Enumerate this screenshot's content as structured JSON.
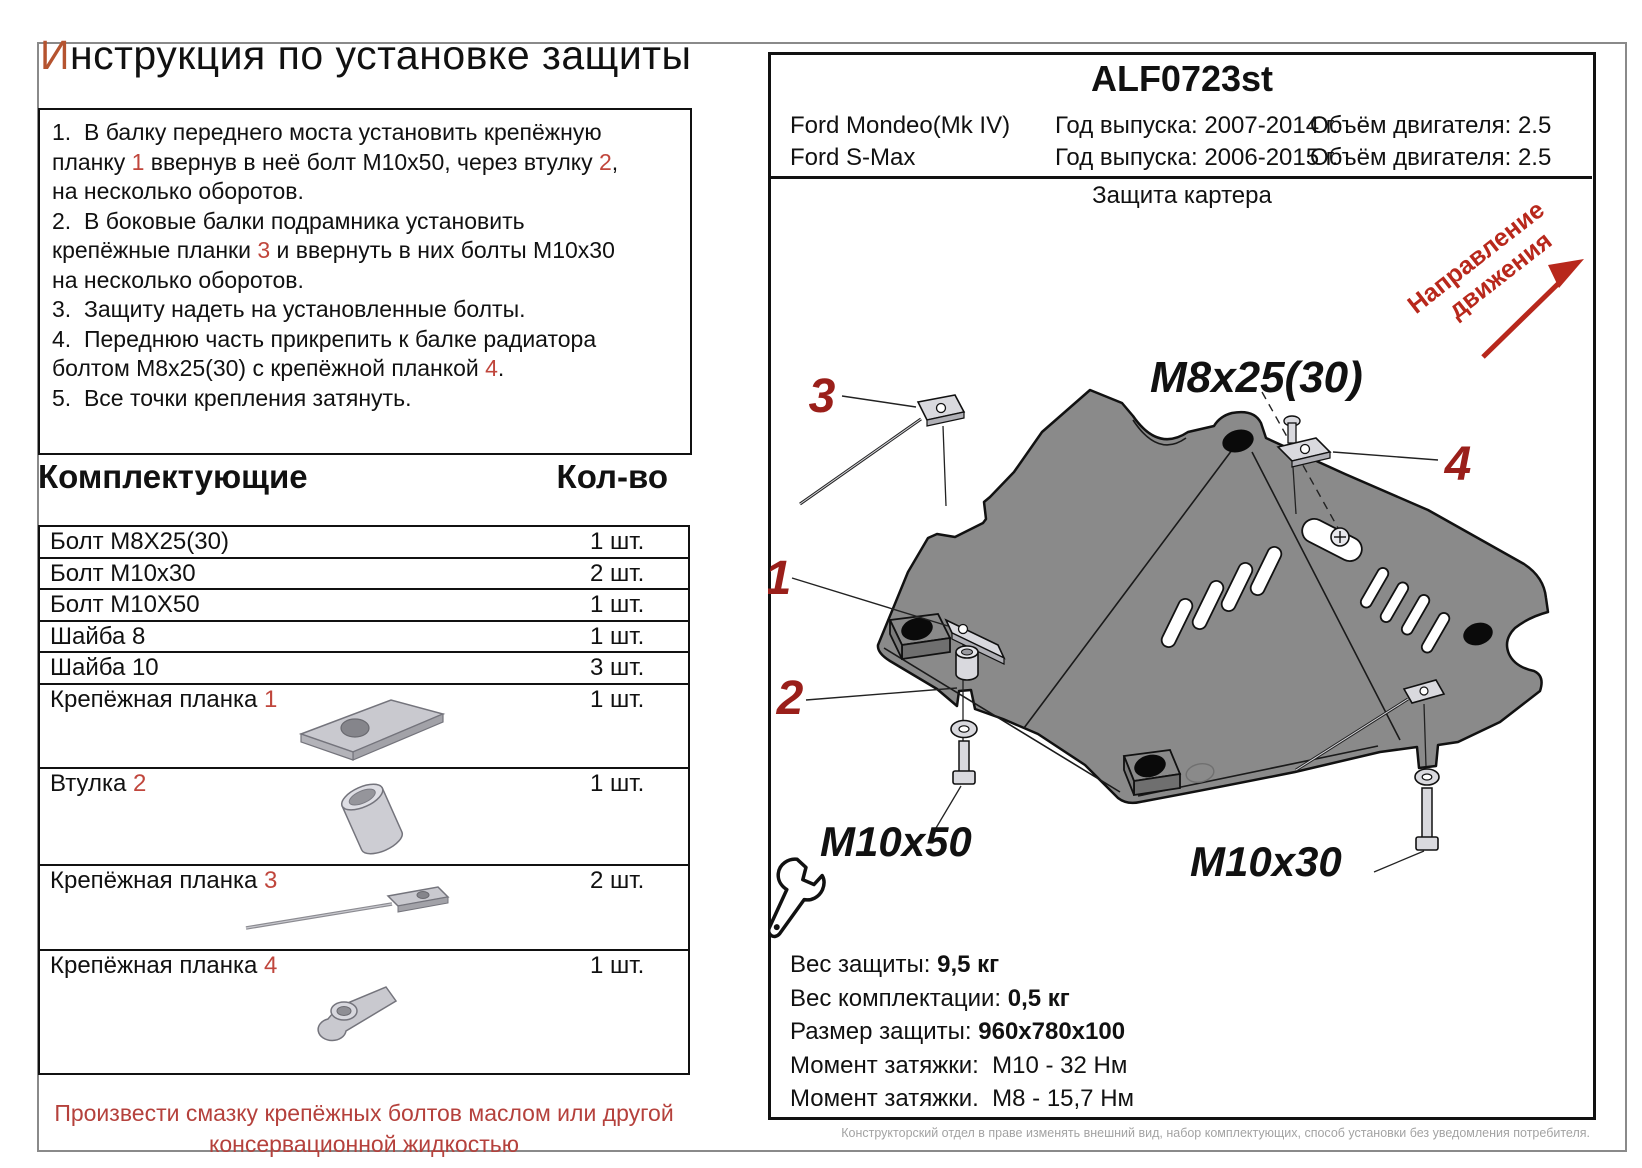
{
  "page": {
    "title_first": "И",
    "title_rest": "нструкция по установке защиты"
  },
  "instructions": {
    "i1a": "1.  В балку переднего моста установить крепёжную планку ",
    "i1n1": "1",
    "i1b": " ввернув в неё болт М10х50, через втулку ",
    "i1n2": "2",
    "i1c": ", на несколько оборотов.",
    "i2a": "2.  В боковые балки подрамника установить крепёжные планки ",
    "i2n1": "3",
    "i2b": " и ввернуть в них болты М10х30 на несколько оборотов.",
    "i3": "3.  Защиту надеть на установленные болты.",
    "i4a": "4.  Переднюю часть прикрепить к балке радиатора болтом М8х25(30) с крепёжной планкой ",
    "i4n1": "4",
    "i4b": ".",
    "i5": "5.  Все точки крепления затянуть."
  },
  "parts": {
    "heading": "Комплектующие",
    "qty_heading": "Кол-во",
    "rows": [
      {
        "pre": "Болт М8Х25(30)",
        "red": "",
        "qty": "1 шт."
      },
      {
        "pre": "Болт М10х30",
        "red": "",
        "qty": "2 шт."
      },
      {
        "pre": "Болт М10Х50",
        "red": "",
        "qty": "1 шт."
      },
      {
        "pre": "Шайба 8",
        "red": "",
        "qty": "1 шт."
      },
      {
        "pre": "Шайба 10",
        "red": "",
        "qty": "3 шт."
      },
      {
        "pre": "Крепёжная планка ",
        "red": "1",
        "qty": "1 шт."
      },
      {
        "pre": "Втулка ",
        "red": "2",
        "qty": "1 шт."
      },
      {
        "pre": "Крепёжная планка ",
        "red": "3",
        "qty": "2 шт."
      },
      {
        "pre": "Крепёжная планка ",
        "red": "4",
        "qty": "1 шт."
      }
    ]
  },
  "note": {
    "line1": "Произвести смазку крепёжных болтов маслом или другой",
    "line2": "консервационной жидкостью"
  },
  "product": {
    "code": "ALF0723st",
    "subtitle": "Защита картера",
    "models": [
      {
        "name": "Ford Mondeo(Mk IV)",
        "years": "Год выпуска: 2007-2014 г.",
        "engine": "Объём двигателя: 2.5"
      },
      {
        "name": "Ford S-Max",
        "years": "Год выпуска: 2006-2015 г.",
        "engine": "Объём двигателя: 2.5"
      }
    ]
  },
  "diagram": {
    "labels": {
      "m8": "M8x25(30)",
      "m10x50": "M10x50",
      "m10x30": "M10x30",
      "n1": "1",
      "n2": "2",
      "n3": "3",
      "n4": "4"
    },
    "direction": {
      "line1": "Направление",
      "line2": "движения"
    },
    "colors": {
      "plate": "#8a8a8a",
      "callout_red": "#9a1f1a",
      "arrow_red": "#b8281c"
    }
  },
  "specs": {
    "l1": "Вес защиты: ",
    "v1": "9,5 кг",
    "l2": "Вес комплектации: ",
    "v2": "0,5 кг",
    "l3": "Размер защиты: ",
    "v3": "960х780х100",
    "l4": "Момент затяжки:  М10 - 32 Нм",
    "v4": "",
    "l5": "Момент затяжки.  М8 - 15,7 Нм",
    "v5": ""
  },
  "footer": {
    "text": "Конструкторский отдел в праве изменять внешний вид, набор комплектующих, способ установки без уведомления потребителя."
  }
}
